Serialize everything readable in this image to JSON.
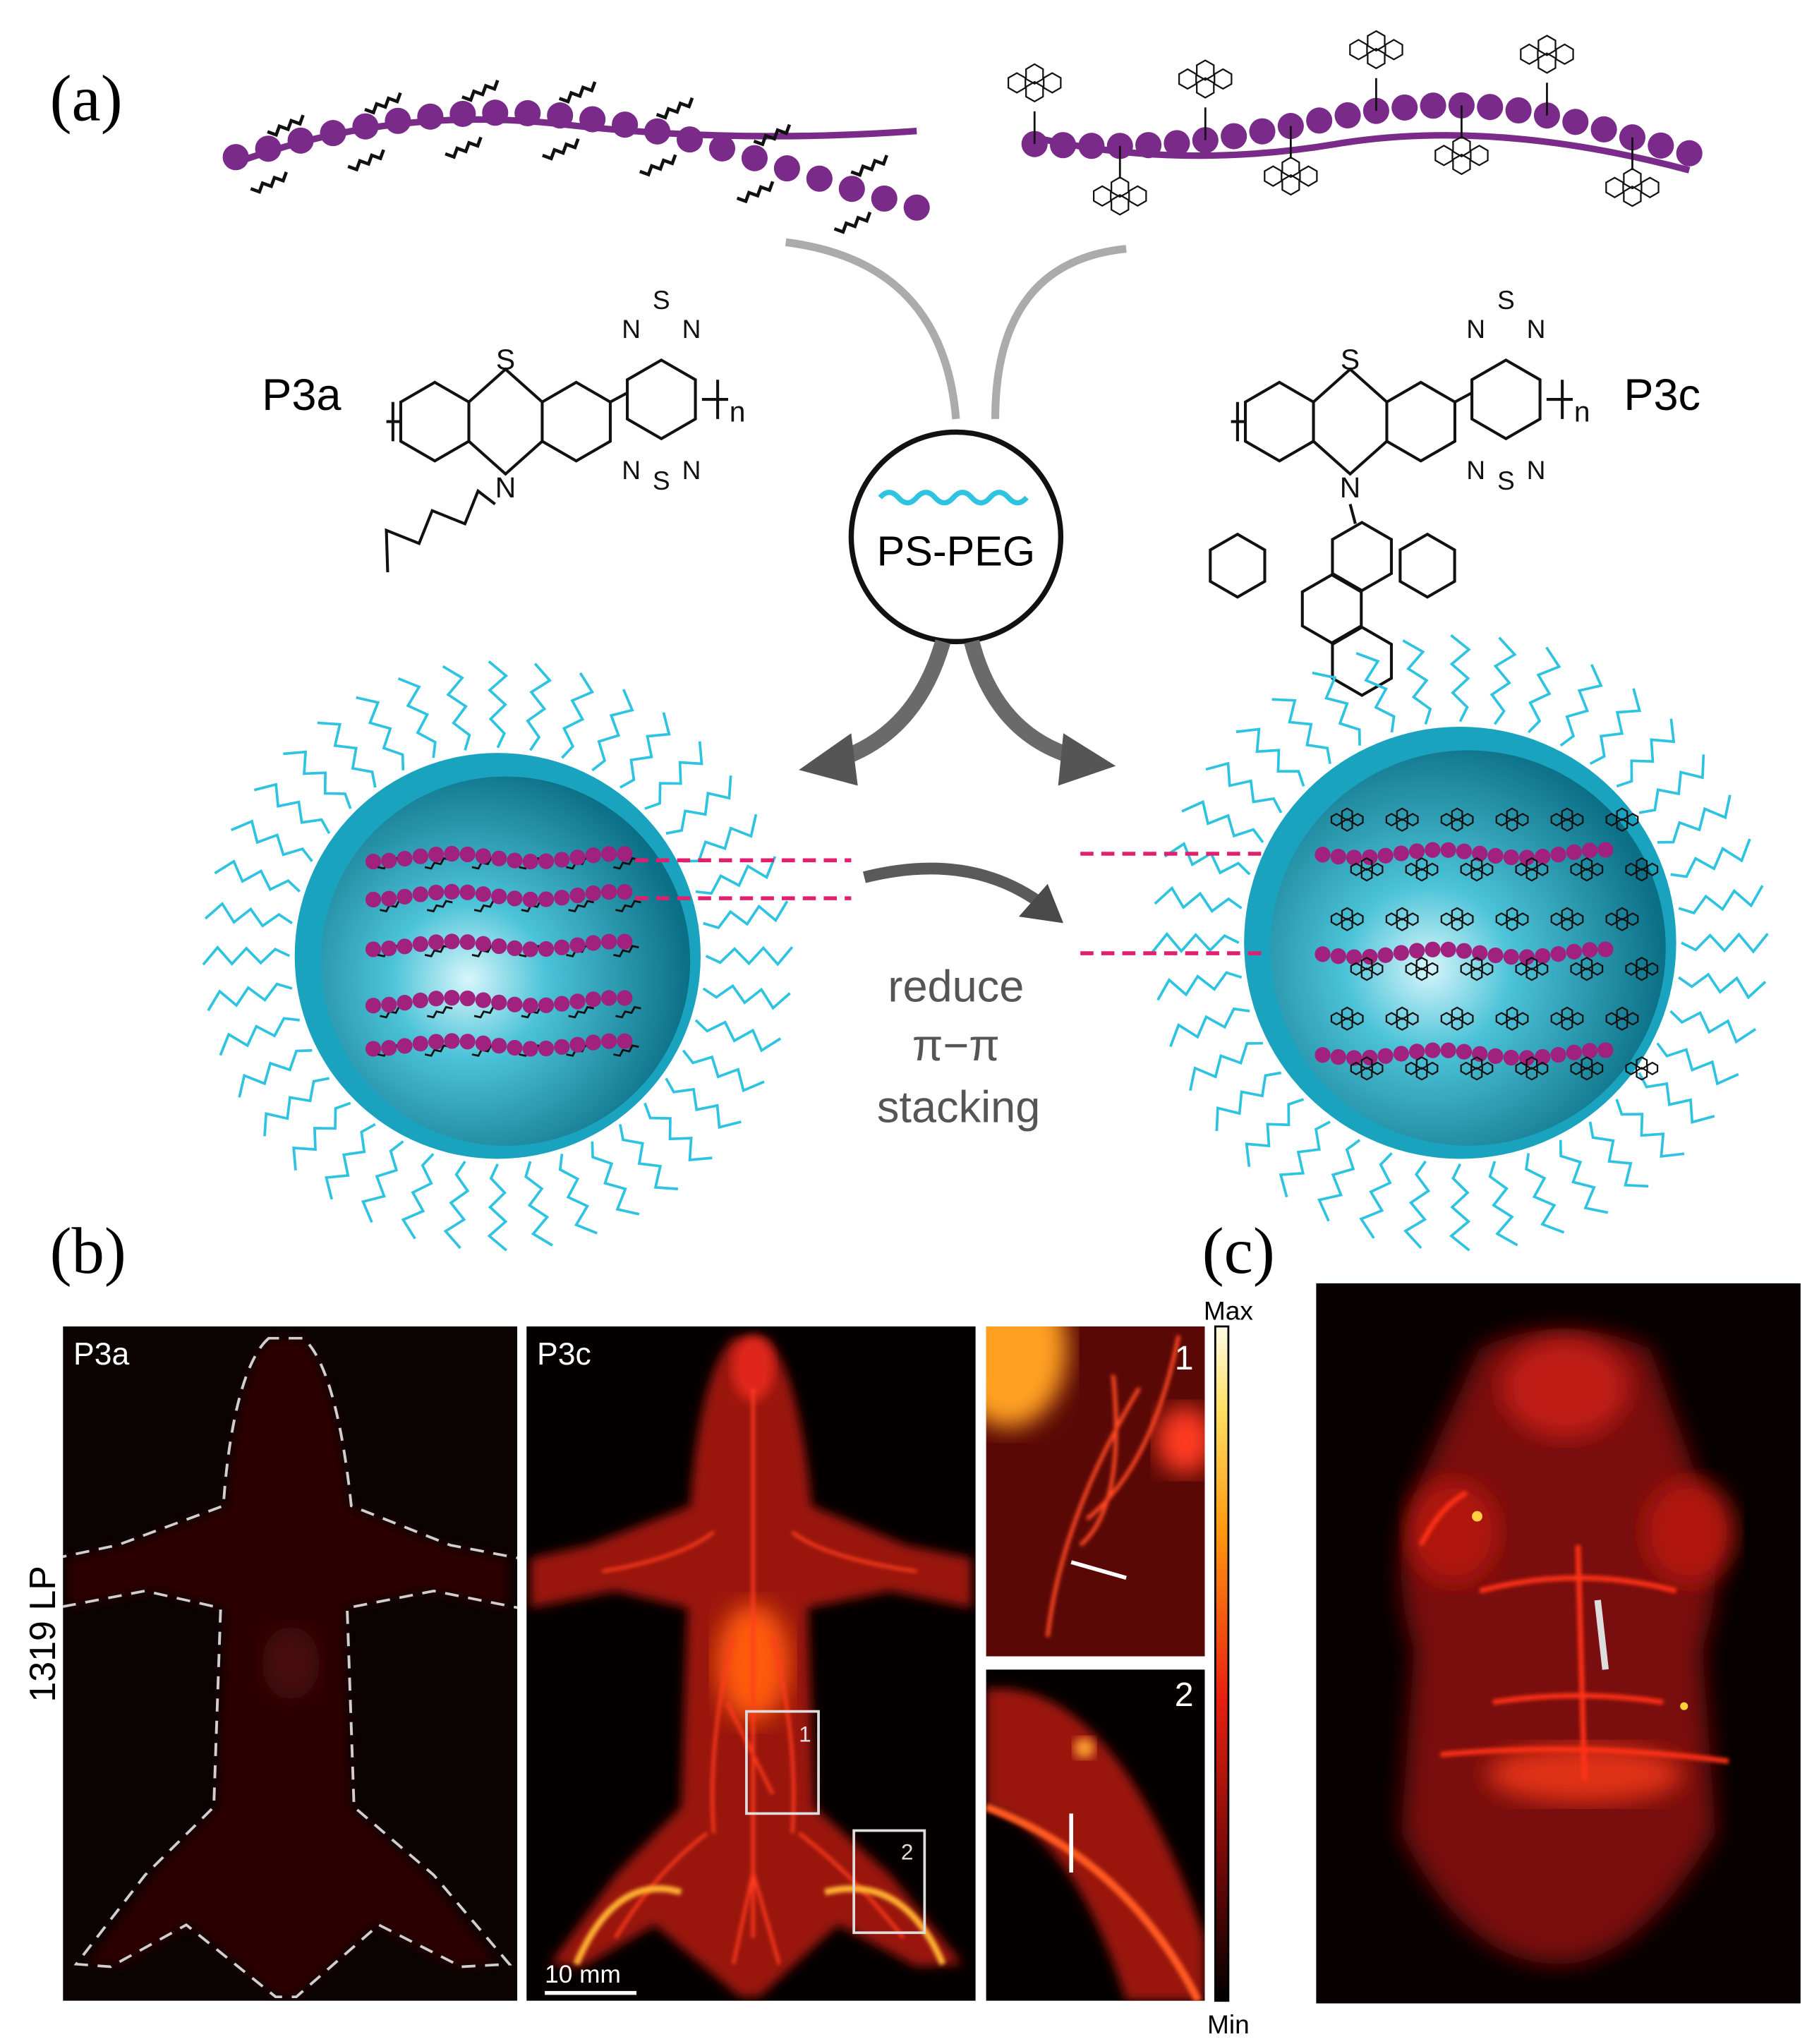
{
  "panel_labels": {
    "a": "(a)",
    "b": "(b)",
    "c": "(c)"
  },
  "diagram": {
    "polymer_left": "P3a",
    "polymer_right": "P3c",
    "center_label": "PS-PEG",
    "arrow_text": [
      "reduce",
      "π−π",
      "stacking"
    ],
    "atoms": {
      "S": "S",
      "N": "N",
      "n": "n"
    }
  },
  "imaging": {
    "filter_label": "1319 LP",
    "panel_p3a": "P3a",
    "panel_p3c": "P3c",
    "inset_1": "1",
    "inset_2": "2",
    "box_1": "1",
    "box_2": "2",
    "scale_bar": "10 mm",
    "colorbar_max": "Max",
    "colorbar_min": "Min"
  },
  "colors": {
    "polymer_bead": "#7a2a88",
    "peg_chain": "#2ec3e0",
    "shell": "#1aa3bf",
    "stack_line": "#e0206e",
    "signal": "#e0140c"
  }
}
